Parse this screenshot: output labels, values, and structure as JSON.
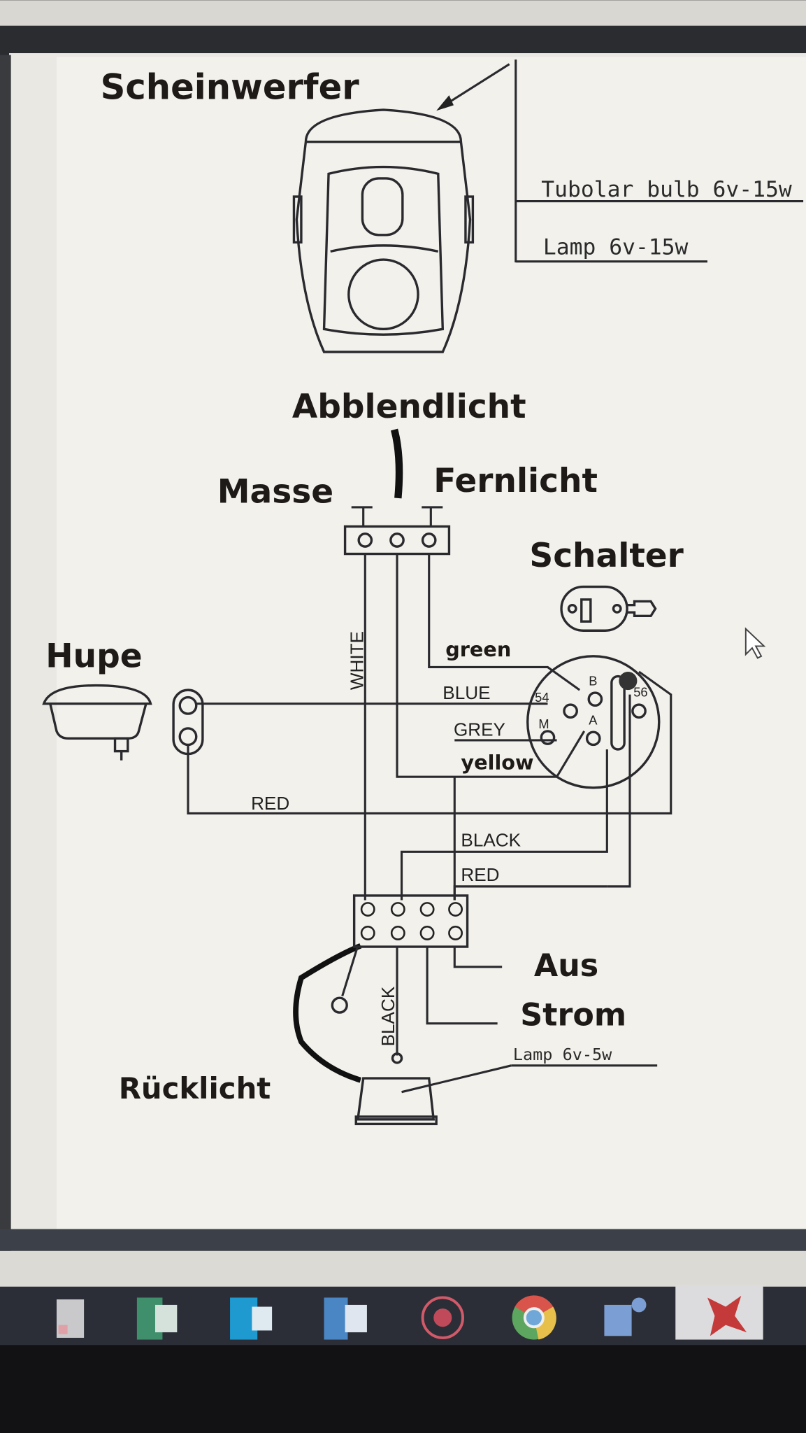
{
  "diagram": {
    "headlamp_label": "Scheinwerfer",
    "tubular_bulb": "Tubolar bulb 6v-15w",
    "headlamp_bulb": "Lamp 6v-15w",
    "low_beam": "Abblendlicht",
    "ground": "Masse",
    "high_beam": "Fernlicht",
    "switch_label": "Schalter",
    "horn_label": "Hupe",
    "wire_white": "WHITE",
    "wire_green": "green",
    "wire_blue": "BLUE",
    "wire_grey": "GREY",
    "wire_yellow": "yellow",
    "wire_red_1": "RED",
    "wire_black_1": "BLACK",
    "wire_red_2": "RED",
    "wire_black_2": "BLACK",
    "switch_terminals": [
      "54",
      "B",
      "M",
      "A",
      "56"
    ],
    "off_label": "Aus",
    "power_label": "Strom",
    "tail_bulb": "Lamp 6v-5w",
    "tail_label": "Rücklicht"
  },
  "taskbar": {
    "apps": [
      "file-manager-icon",
      "excel-icon",
      "outlook-icon",
      "word-icon",
      "sync-app-icon",
      "chrome-icon",
      "teams-icon",
      "red-app-icon"
    ],
    "colors": {
      "excel": "#3f8f6c",
      "outlook": "#1e9ad0",
      "word": "#4a86c4",
      "chrome_red": "#d9544a",
      "chrome_green": "#5ca660",
      "chrome_yellow": "#e6c04a",
      "teams": "#7b9fd4"
    }
  }
}
